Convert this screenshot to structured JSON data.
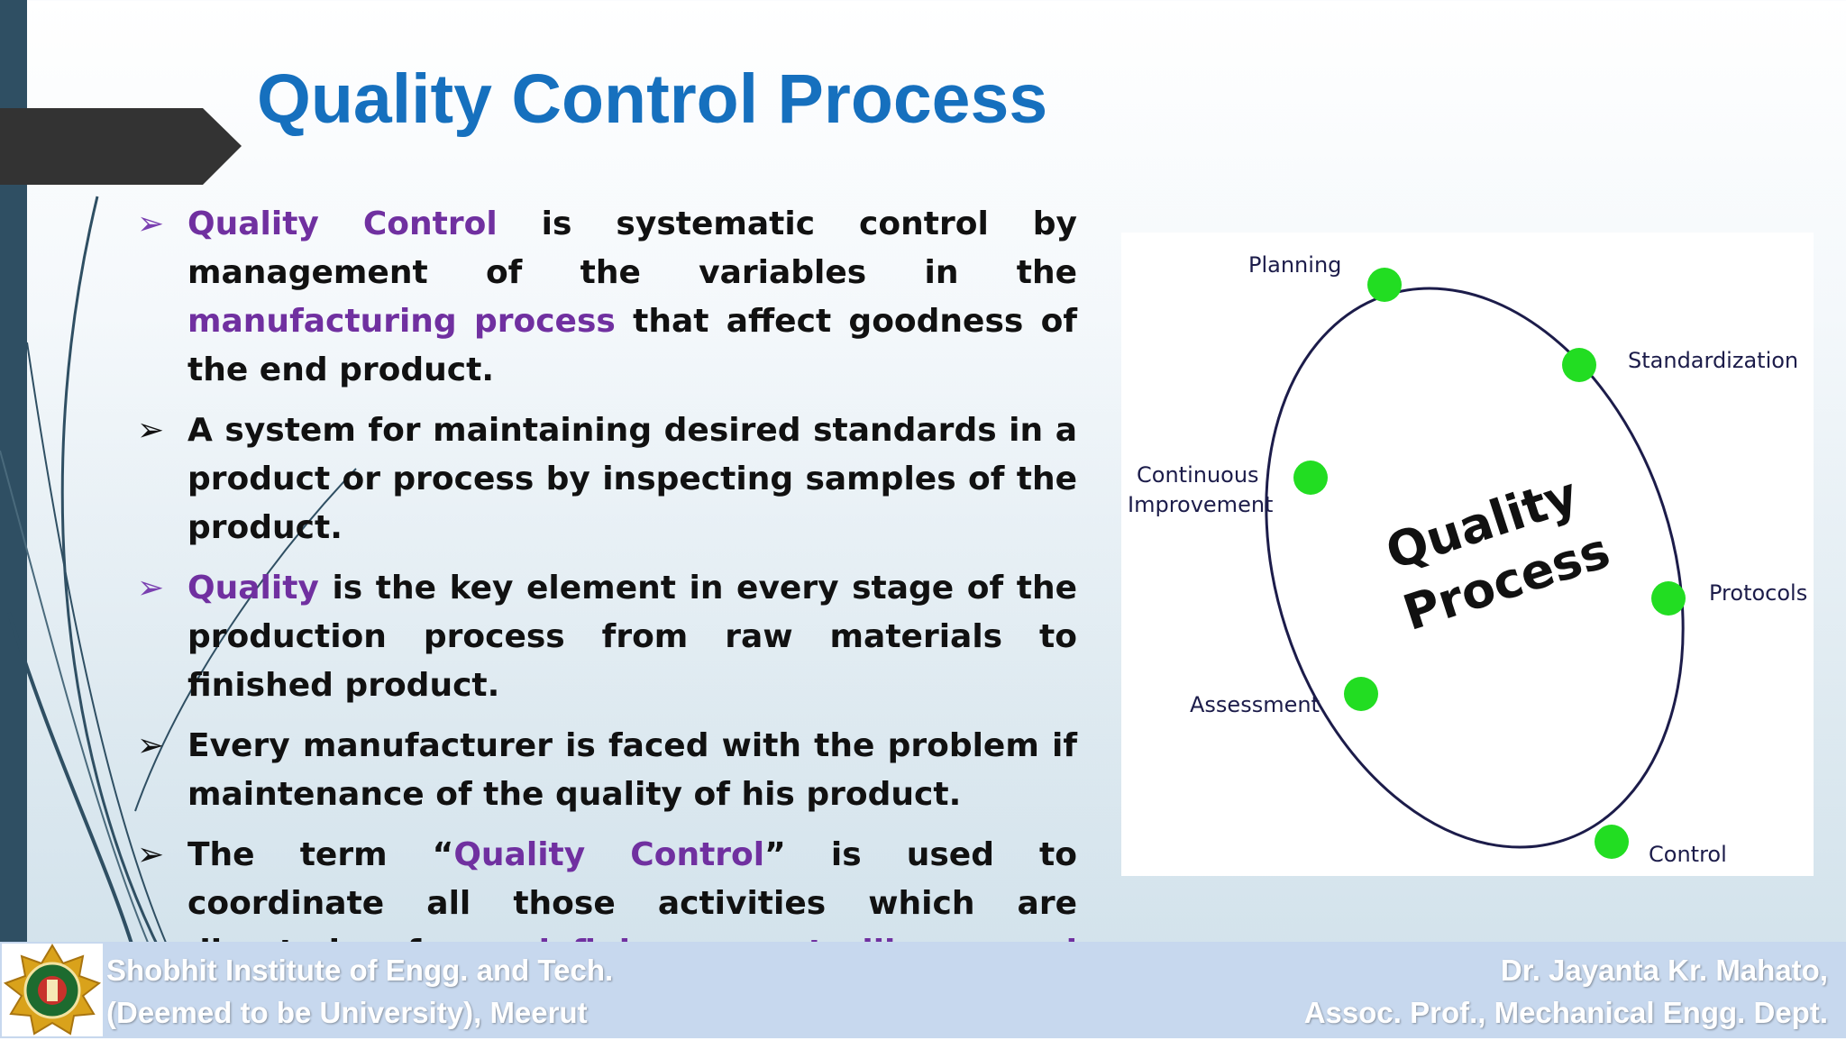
{
  "slide": {
    "title": "Quality Control Process",
    "bullets": [
      {
        "marker_color": "purple",
        "segments": [
          {
            "text": "Quality Control",
            "highlight": true
          },
          {
            "text": " is systematic control by management of the variables in the ",
            "highlight": false
          },
          {
            "text": "manufacturing process",
            "highlight": true
          },
          {
            "text": " that affect goodness of the end product.",
            "highlight": false
          }
        ]
      },
      {
        "marker_color": "black",
        "segments": [
          {
            "text": "A system for maintaining desired standards in a product or process by inspecting samples of the product.",
            "highlight": false
          }
        ]
      },
      {
        "marker_color": "purple",
        "segments": [
          {
            "text": "Quality",
            "highlight": true
          },
          {
            "text": " is the key element in every stage of the production process from raw materials to finished product.",
            "highlight": false
          }
        ]
      },
      {
        "marker_color": "black",
        "segments": [
          {
            "text": "Every manufacturer is faced with the problem if maintenance of the quality of his product.",
            "highlight": false
          }
        ]
      },
      {
        "marker_color": "black",
        "segments": [
          {
            "text": "The term “",
            "highlight": false
          },
          {
            "text": "Quality Control",
            "highlight": true
          },
          {
            "text": "” is used to coordinate all those activities which are directed for ",
            "highlight": false
          },
          {
            "text": "defining controlling and maintaining quality",
            "highlight": true
          },
          {
            "text": ".",
            "highlight": false
          }
        ]
      }
    ],
    "marker_symbol": "➢"
  },
  "diagram": {
    "center_label_line1": "Quality",
    "center_label_line2": "Process",
    "stages": {
      "planning": "Planning",
      "standardization": "Standardization",
      "continuous_line1": "Continuous",
      "continuous_line2": "Improvement",
      "protocols": "Protocols",
      "assessment": "Assessment",
      "control": "Control"
    },
    "node_color": "#22dd22",
    "ellipse_color": "#1c1c4a"
  },
  "footer": {
    "institute_line1": "Shobhit Institute of Engg. and Tech.",
    "institute_line2": "(Deemed to be University), Meerut",
    "author_line1": "Dr. Jayanta Kr. Mahato,",
    "author_line2": "Assoc. Prof., Mechanical Engg. Dept."
  },
  "colors": {
    "title": "#1670be",
    "highlight": "#7030a0",
    "left_stripe": "#2f4f63",
    "footer_bg": "#c7d8ee"
  }
}
